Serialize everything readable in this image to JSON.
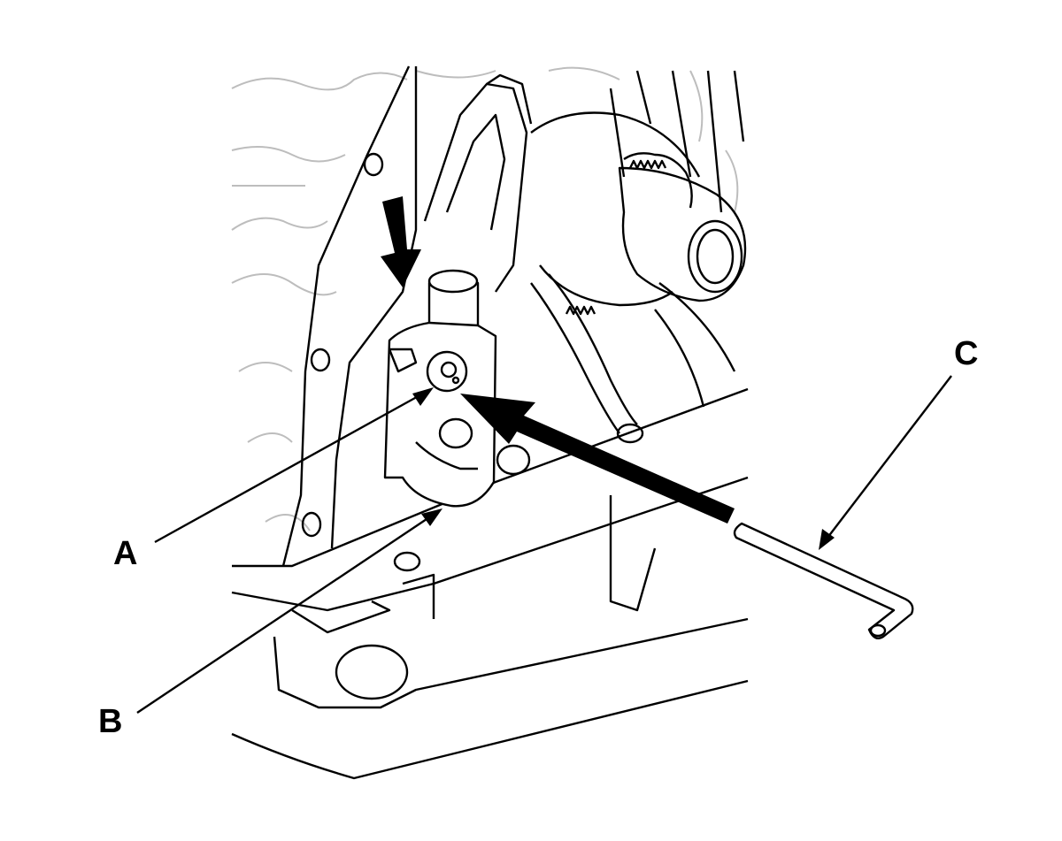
{
  "diagram": {
    "callouts": [
      {
        "id": "a",
        "text": "A",
        "target": "tensioner-pin-hole"
      },
      {
        "id": "b",
        "text": "B",
        "target": "auto-tensioner"
      },
      {
        "id": "c",
        "text": "C",
        "target": "pin-tool"
      }
    ],
    "colors": {
      "line": "#000000",
      "faint_line": "#bdbdbd",
      "background": "#ffffff"
    }
  }
}
